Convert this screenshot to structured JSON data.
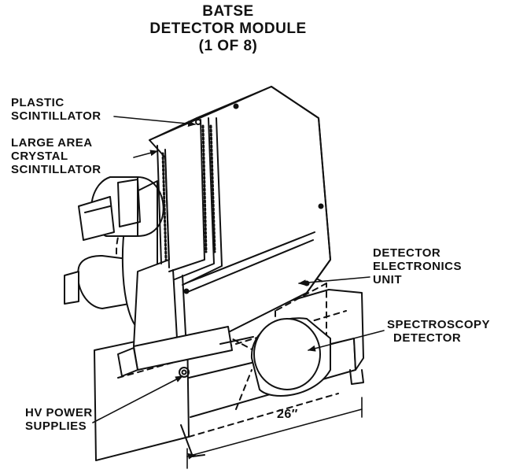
{
  "title": {
    "line1": "BATSE",
    "line2": "DETECTOR MODULE",
    "line3": "(1 OF 8)"
  },
  "labels": {
    "plastic_scintillator": [
      "PLASTIC",
      "SCINTILLATOR"
    ],
    "large_area_crystal": [
      "LARGE AREA",
      "CRYSTAL",
      "SCINTILLATOR"
    ],
    "detector_electronics": [
      "DETECTOR",
      "ELECTRONICS",
      "UNIT"
    ],
    "spectroscopy_detector": [
      "SPECTROSCOPY",
      "DETECTOR"
    ],
    "hv_power_supplies": [
      "HV POWER",
      "SUPPLIES"
    ],
    "dimension": "26″"
  },
  "colors": {
    "ink": "#111111",
    "paper": "#ffffff",
    "shade": "#d9d9d9"
  }
}
